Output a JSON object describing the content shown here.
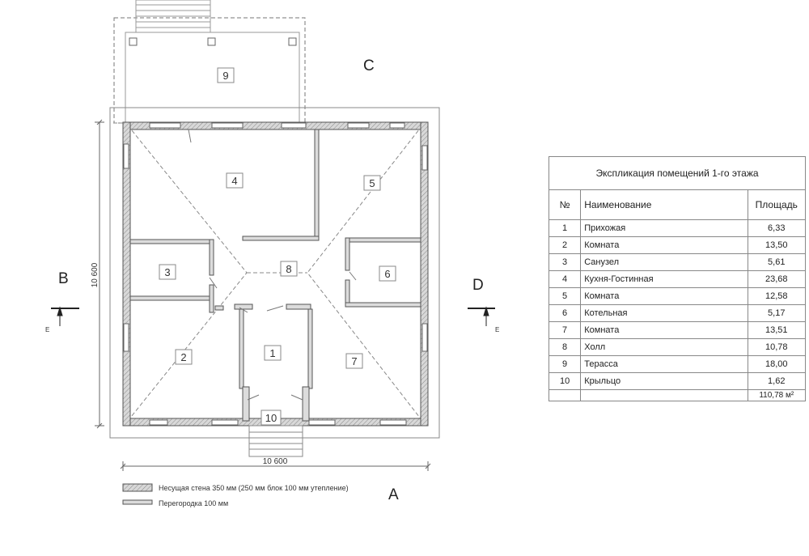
{
  "sides": {
    "a": "A",
    "b": "B",
    "c": "C",
    "d": "D"
  },
  "section_mark": "E",
  "dimensions": {
    "width": "10 600",
    "height": "10 600"
  },
  "rooms": [
    {
      "id": "1"
    },
    {
      "id": "2"
    },
    {
      "id": "3"
    },
    {
      "id": "4"
    },
    {
      "id": "5"
    },
    {
      "id": "6"
    },
    {
      "id": "7"
    },
    {
      "id": "8"
    },
    {
      "id": "9"
    },
    {
      "id": "10"
    }
  ],
  "legend": {
    "bearing_wall": "Несущая стена 350 мм (250 мм блок 100 мм утепление)",
    "partition": "Перегородка 100 мм"
  },
  "explication": {
    "title": "Экспликация помещений 1-го этажа",
    "headers": {
      "num": "№",
      "name": "Наименование",
      "area": "Площадь"
    },
    "rows": [
      {
        "num": "1",
        "name": "Прихожая",
        "area": "6,33"
      },
      {
        "num": "2",
        "name": "Комната",
        "area": "13,50"
      },
      {
        "num": "3",
        "name": "Санузел",
        "area": "5,61"
      },
      {
        "num": "4",
        "name": "Кухня-Гостинная",
        "area": "23,68"
      },
      {
        "num": "5",
        "name": "Комната",
        "area": "12,58"
      },
      {
        "num": "6",
        "name": "Котельная",
        "area": "5,17"
      },
      {
        "num": "7",
        "name": "Комната",
        "area": "13,51"
      },
      {
        "num": "8",
        "name": "Холл",
        "area": "10,78"
      },
      {
        "num": "9",
        "name": "Терасса",
        "area": "18,00"
      },
      {
        "num": "10",
        "name": "Крыльцо",
        "area": "1,62"
      }
    ],
    "total": "110,78 м²"
  },
  "colors": {
    "line": "#555555",
    "wall_fill": "#cfcfcf",
    "hatch": "#888888"
  }
}
